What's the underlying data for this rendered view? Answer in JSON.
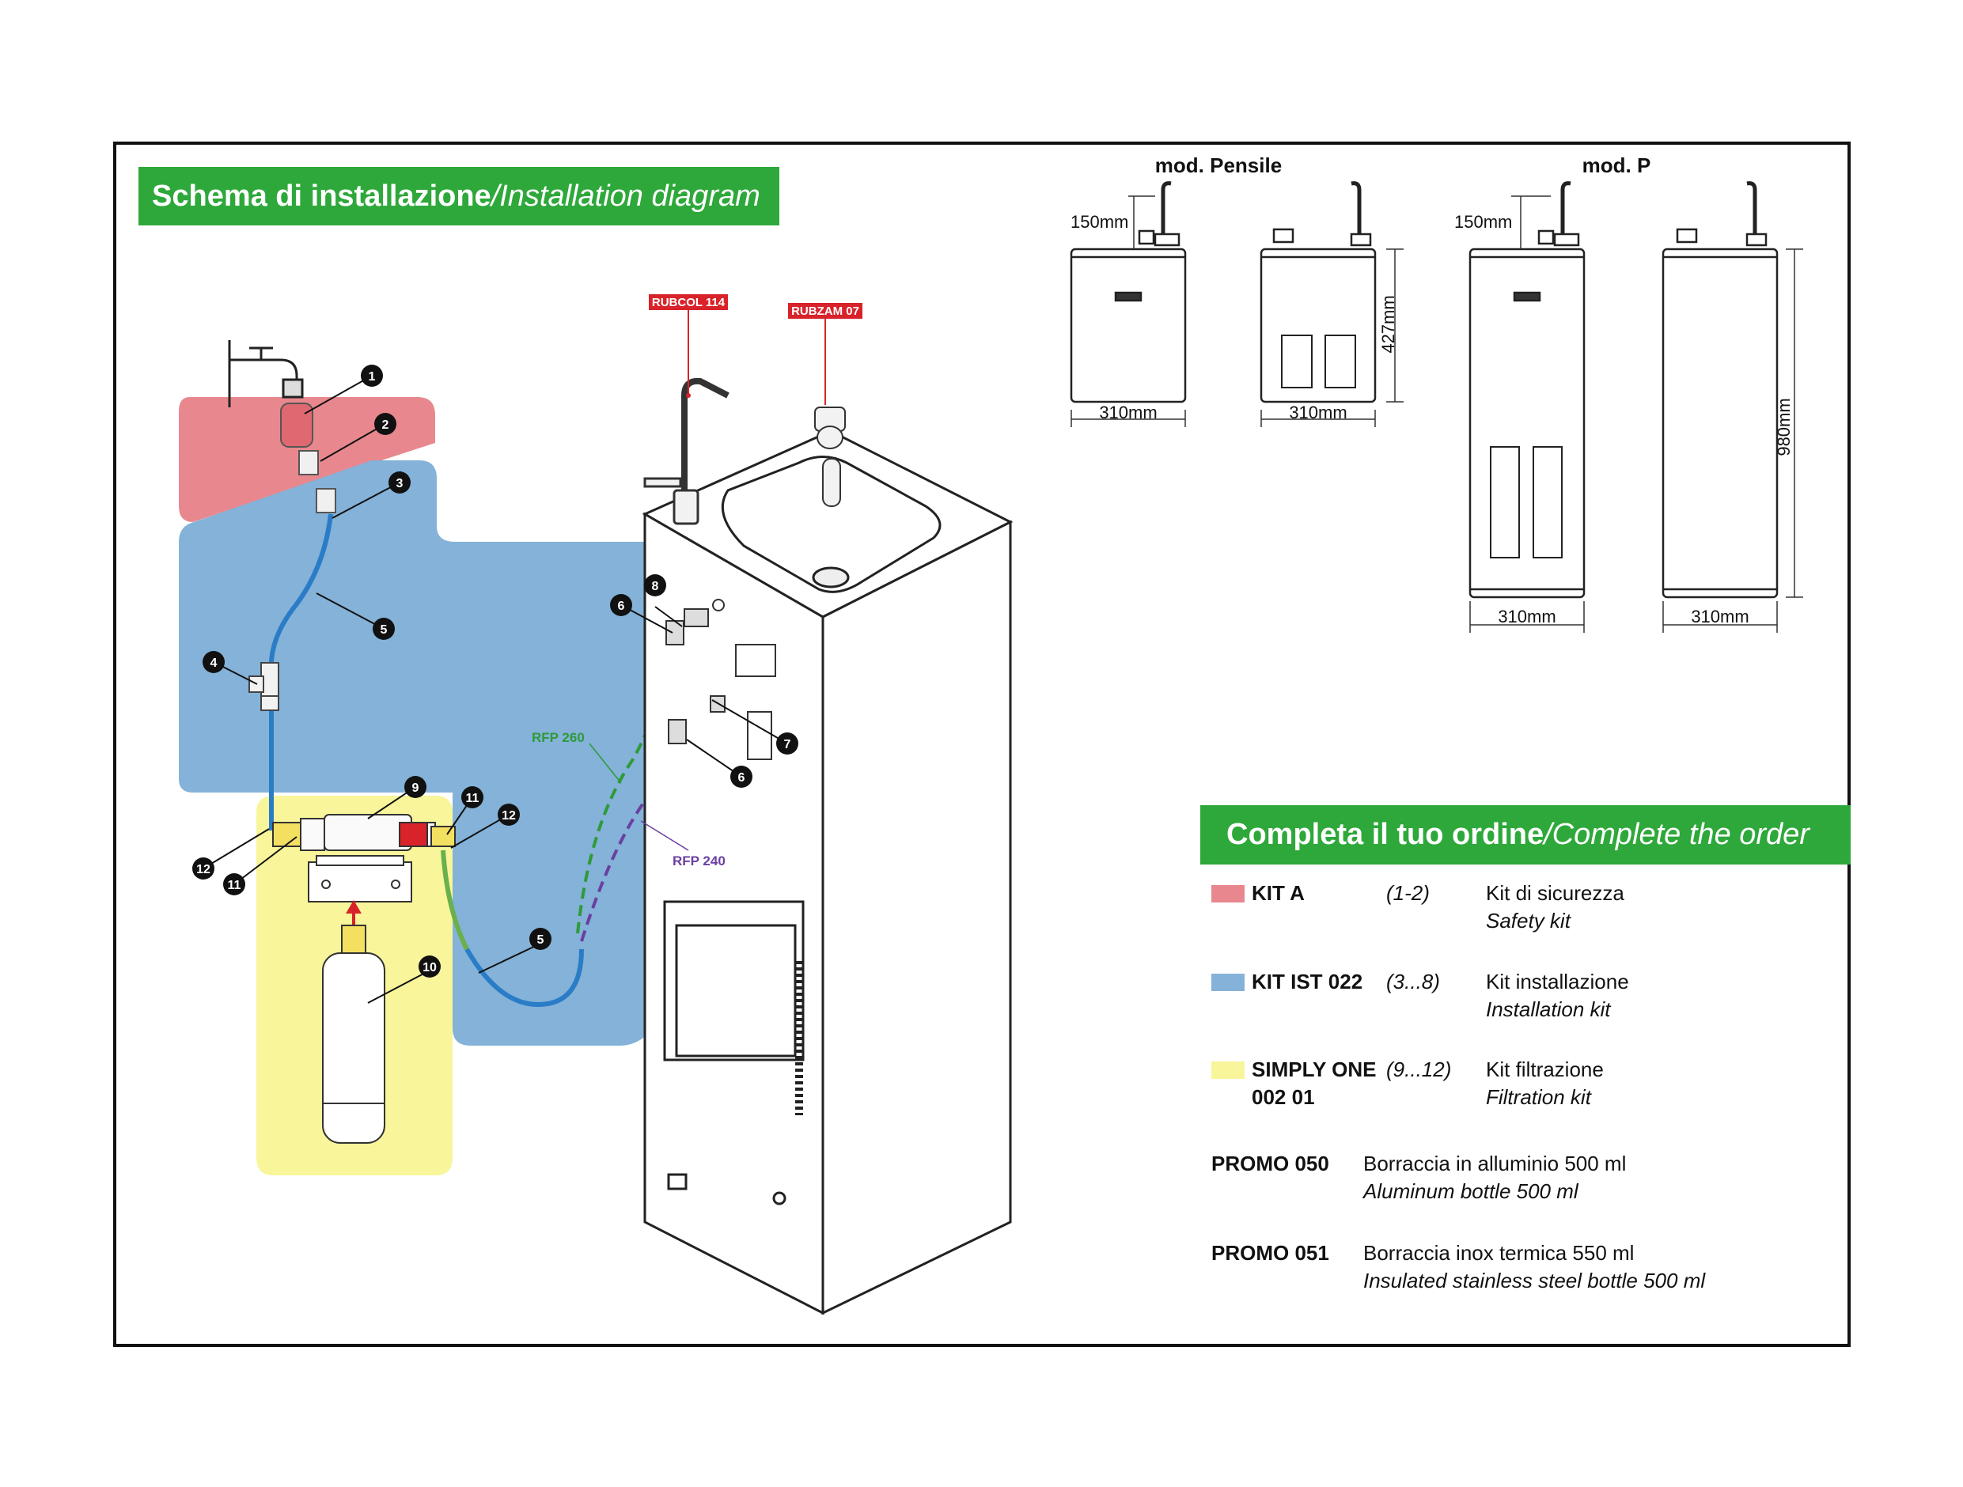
{
  "title_install": {
    "it": "Schema di installazione",
    "en": "/Installation diagram"
  },
  "title_order": {
    "it": "Completa il tuo ordine",
    "en": "/Complete the order"
  },
  "models": {
    "pensile": {
      "title": "mod. Pensile",
      "height_label": "150mm",
      "depth_label": "427mm",
      "width_front": "310mm",
      "width_side": "310mm"
    },
    "p": {
      "title": "mod. P",
      "height_label": "150mm",
      "total_height": "980mm",
      "width_front": "310mm",
      "width_side": "310mm"
    }
  },
  "callouts": {
    "c1": "1",
    "c2": "2",
    "c3": "3",
    "c4": "4",
    "c5a": "5",
    "c5b": "5",
    "c6a": "6",
    "c6b": "6",
    "c7": "7",
    "c8": "8",
    "c9": "9",
    "c10": "10",
    "c11a": "11",
    "c11b": "11",
    "c12a": "12",
    "c12b": "12"
  },
  "red_tags": {
    "rubcol": "RUBCOL 114",
    "rubzam": "RUBZAM 07"
  },
  "line_labels": {
    "rfp260": "RFP 260",
    "rfp240": "RFP 240"
  },
  "colors": {
    "green": "#2ea83a",
    "red_zone": "#e8888e",
    "blue_zone": "#84b2d8",
    "yellow_zone": "#f8f59a",
    "red_tag": "#d8232a",
    "rfp260": "#2e9a3a",
    "rfp240": "#6a3fa0"
  },
  "order": [
    {
      "name": "KIT A",
      "range": "(1-2)",
      "desc": "Kit di sicurezza",
      "desc_en": "Safety kit",
      "swatch": "#e8888e"
    },
    {
      "name": "KIT IST 022",
      "range": "(3...8)",
      "desc": "Kit installazione",
      "desc_en": "Installation kit",
      "swatch": "#84b2d8"
    },
    {
      "name": "SIMPLY ONE",
      "name2": "002 01",
      "range": "(9...12)",
      "desc": "Kit filtrazione",
      "desc_en": "Filtration kit",
      "swatch": "#f8f59a"
    },
    {
      "name": "PROMO 050",
      "desc": "Borraccia in alluminio 500 ml",
      "desc_en": "Aluminum bottle 500 ml"
    },
    {
      "name": "PROMO 051",
      "desc": "Borraccia inox termica 550 ml",
      "desc_en": "Insulated stainless steel bottle 500 ml"
    }
  ]
}
